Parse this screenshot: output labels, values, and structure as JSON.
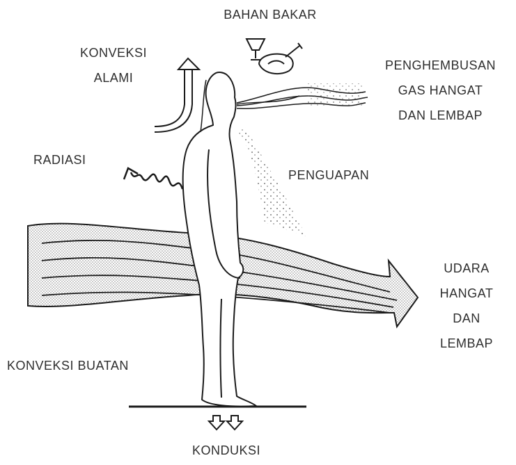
{
  "labels": {
    "fuel": "BAHAN BAKAR",
    "natural_convection_1": "KONVEKSI",
    "natural_convection_2": "ALAMI",
    "exhale_1": "PENGHEMBUSAN",
    "exhale_2": "GAS HANGAT",
    "exhale_3": "DAN LEMBAP",
    "radiation": "RADIASI",
    "evaporation": "PENGUAPAN",
    "warm_air_1": "UDARA",
    "warm_air_2": "HANGAT",
    "warm_air_3": "DAN",
    "warm_air_4": "LEMBAP",
    "forced_convection": "KONVEKSI BUATAN",
    "conduction": "KONDUKSI"
  },
  "icons": [
    "cup-icon",
    "roast-chicken-icon",
    "up-arrow-icon",
    "wavy-radiation-arrow-icon",
    "down-arrow-icon"
  ],
  "colors": {
    "ink": "#1a1a1a",
    "text": "#2e2e2e",
    "stipple": "#9a9a9a"
  }
}
